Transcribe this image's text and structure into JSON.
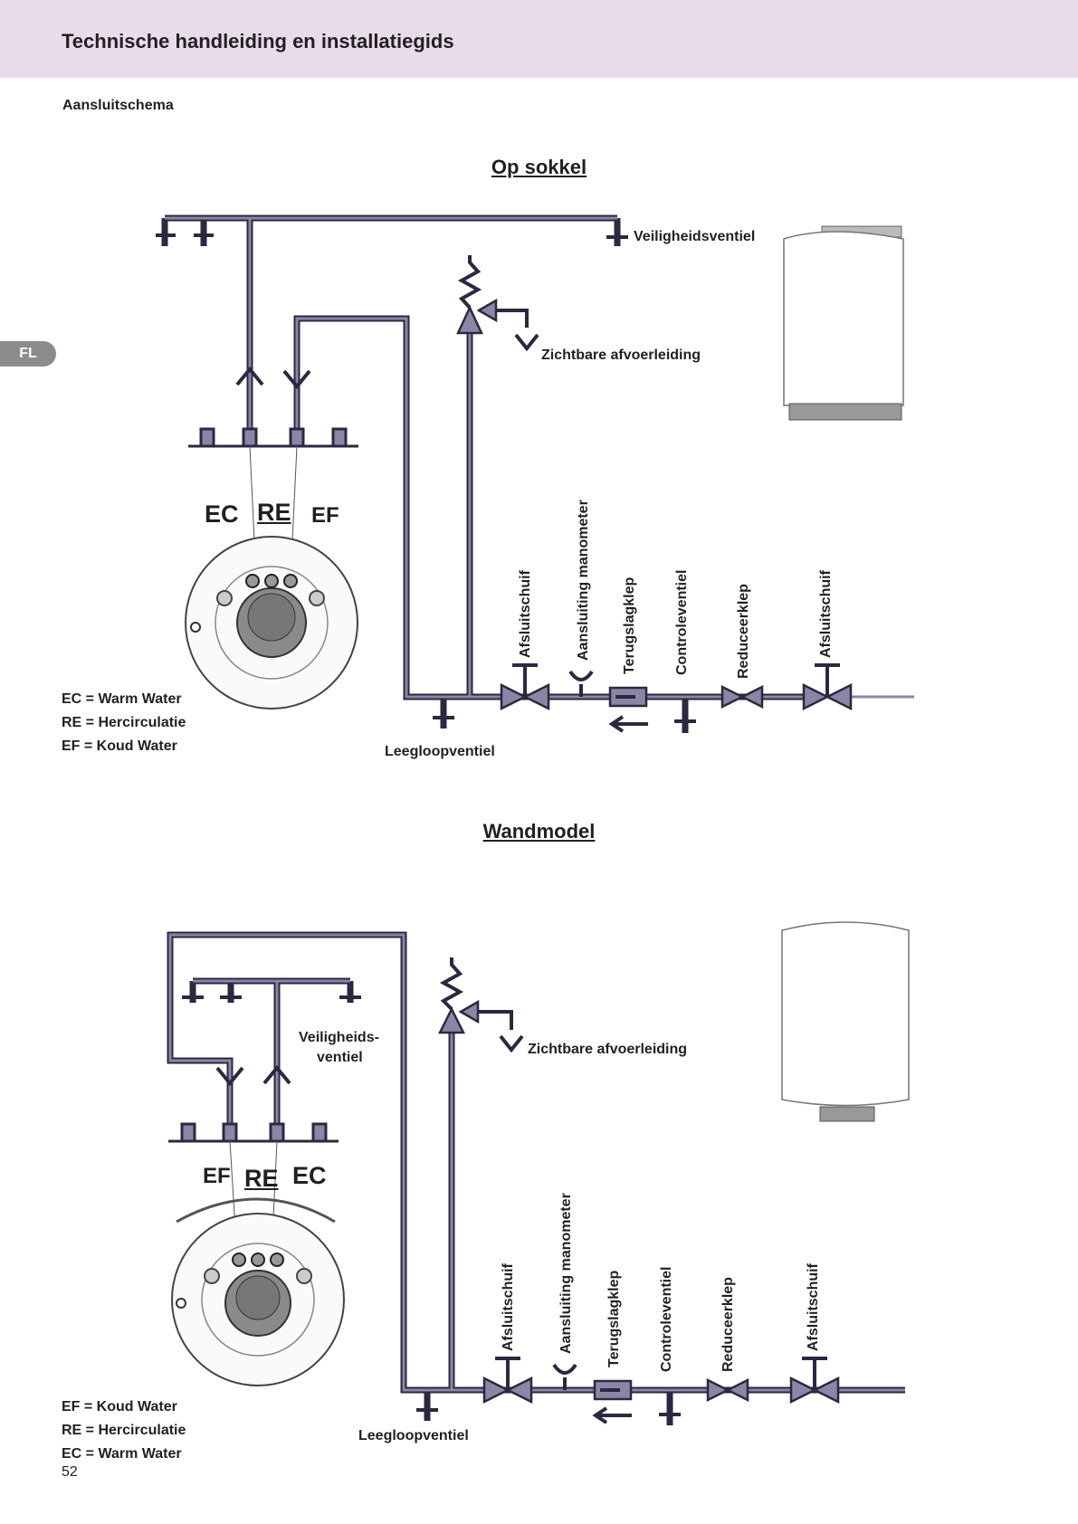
{
  "header": {
    "title": "Technische handleiding en installatiegids"
  },
  "section_label": "Aansluitschema",
  "lang_tab": "FL",
  "page_number": "52",
  "diagram1": {
    "title": "Op sokkel",
    "safety_valve": "Veiligheidsventiel",
    "drain_line": "Zichtbare afvoerleiding",
    "drain_valve": "Leegloopventiel",
    "conn_ec": "EC",
    "conn_re": "RE",
    "conn_ef": "EF",
    "legend": [
      "EC = Warm Water",
      "RE = Hercirculatie",
      "EF = Koud Water"
    ],
    "components": [
      "Afsluitschuif",
      "Aansluiting manometer",
      "Terugslagklep",
      "Controleventiel",
      "Reduceerklep",
      "Afsluitschuif"
    ]
  },
  "diagram2": {
    "title": "Wandmodel",
    "safety_valve_1": "Veiligheids-",
    "safety_valve_2": "ventiel",
    "drain_line": "Zichtbare afvoerleiding",
    "drain_valve": "Leegloopventiel",
    "conn_ef": "EF",
    "conn_re": "RE",
    "conn_ec": "EC",
    "legend": [
      "EF = Koud Water",
      "RE = Hercirculatie",
      "EC = Warm Water"
    ],
    "components": [
      "Afsluitschuif",
      "Aansluiting manometer",
      "Terugslagklep",
      "Controleventiel",
      "Reduceerklep",
      "Afsluitschuif"
    ]
  },
  "colors": {
    "header_bg": "#e8dcec",
    "pipe_fill": "#8a87a6",
    "pipe_stroke": "#2b2940",
    "tab_bg": "#8c8c8c"
  }
}
